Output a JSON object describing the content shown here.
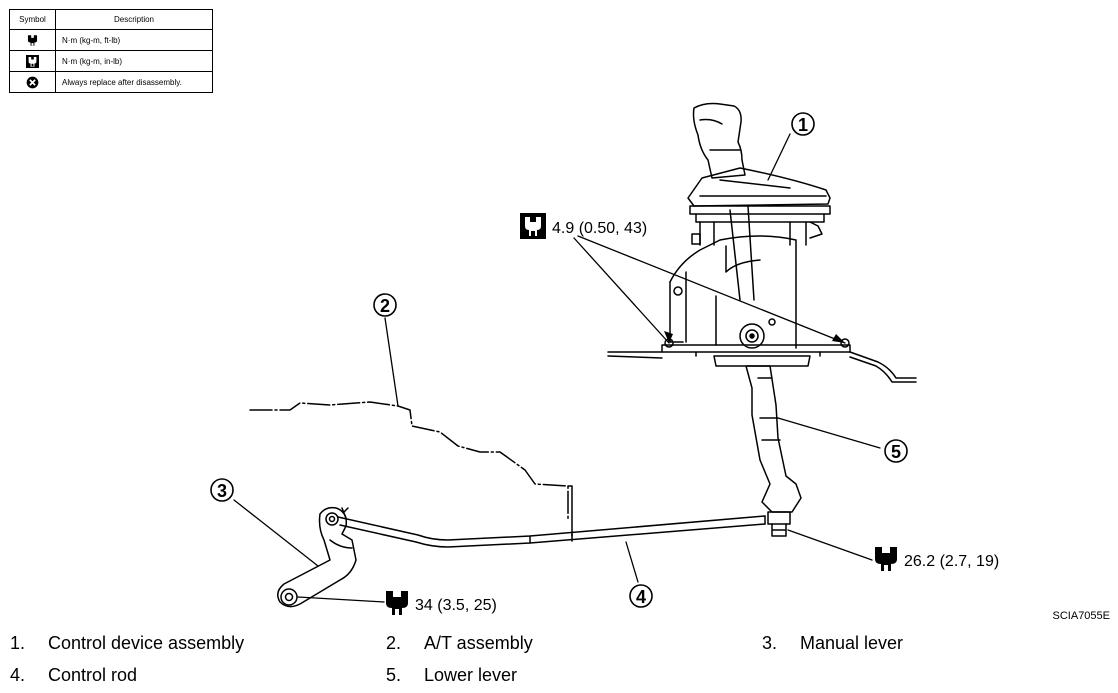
{
  "legend": {
    "header_symbol": "Symbol",
    "header_description": "Description",
    "rows": [
      {
        "icon": "torque-wrench-icon",
        "description": "N·m (kg-m, ft-lb)"
      },
      {
        "icon": "torque-wrench-inlb-icon",
        "description": "N·m (kg-m, in-lb)"
      },
      {
        "icon": "replace-icon",
        "description": "Always replace after disassembly."
      }
    ]
  },
  "callouts": [
    "1",
    "2",
    "3",
    "4",
    "5"
  ],
  "torques": {
    "control_device": "4.9 (0.50, 43)",
    "lower_lever_nut": "26.2 (2.7, 19)",
    "manual_lever_nut": "34 (3.5, 25)"
  },
  "reference_code": "SCIA7055E",
  "parts": [
    {
      "num": "1.",
      "name": "Control device assembly"
    },
    {
      "num": "2.",
      "name": "A/T assembly"
    },
    {
      "num": "3.",
      "name": "Manual lever"
    },
    {
      "num": "4.",
      "name": "Control rod"
    },
    {
      "num": "5.",
      "name": "Lower lever"
    }
  ]
}
